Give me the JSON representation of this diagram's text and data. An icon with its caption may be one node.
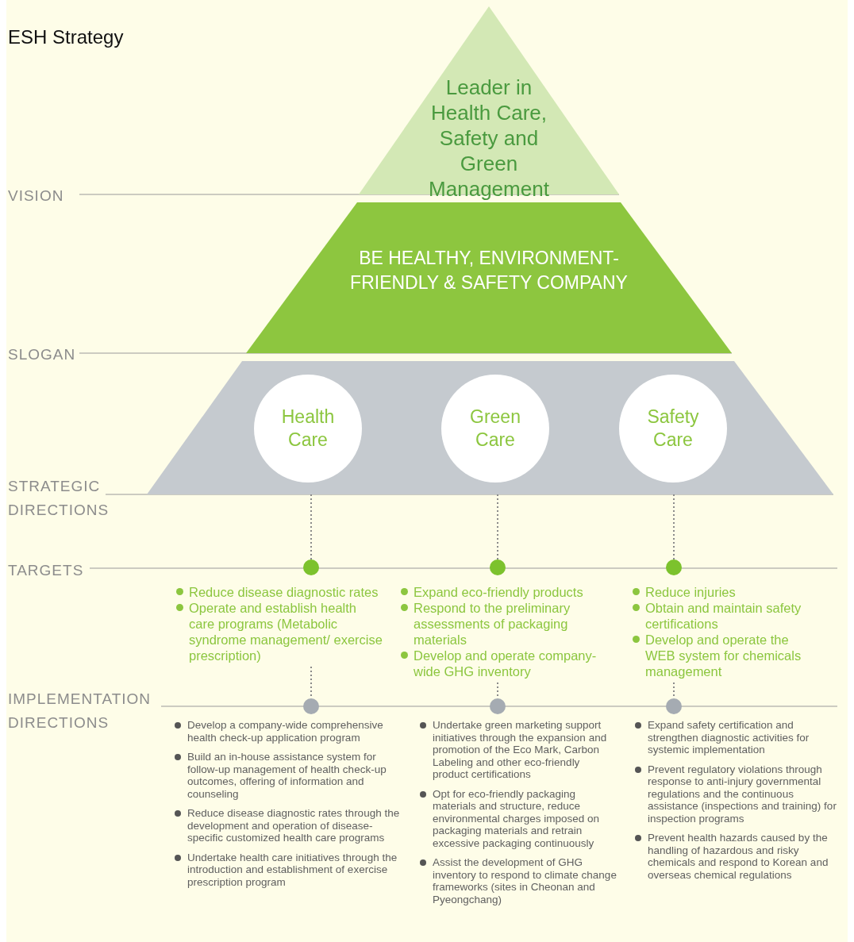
{
  "diagram": {
    "title": "ESH Strategy",
    "nodes": [
      {
        "text": [
          "Leader in Health Care, Safety and Green Management"
        ]
      },
      {
        "text": [
          "BE HEALTHY, ENVIRONMENT-FRIENDLY & SAFETY COMPANY"
        ]
      },
      {
        "text": [],
        "shape": "trapezoid"
      },
      {
        "text": [
          "Health Care"
        ],
        "in": 2
      },
      {
        "text": [
          "Green Care"
        ],
        "in": 2
      },
      {
        "text": [
          "Safety Care"
        ],
        "in": 2
      },
      {
        "text": [],
        "shape": "circle",
        "beside": [
          "Reduce disease diagnostic rates",
          "Operate and establish health care programs (Metabolic syndrome management/ exercise prescription)"
        ]
      },
      {
        "text": [],
        "shape": "circle",
        "beside": [
          "Expand eco-friendly products",
          "Respond to the preliminary assessments of packaging materials",
          "Develop and operate company-wide GHG inventory"
        ]
      },
      {
        "text": [],
        "shape": "circle",
        "beside": [
          "Reduce injuries",
          "Obtain and maintain safety certifications",
          "Develop and operate the WEB system for chemicals management"
        ]
      },
      {
        "text": [],
        "shape": "circle",
        "beside": [
          "Develop a company-wide comprehensive health check-up application program",
          "Build an in-house assistance system for follow-up management of health check-up outcomes, offering of information and counseling",
          "Reduce disease diagnostic rates through the development and operation of disease-specific customized health care programs",
          "Undertake health care initiatives through the introduction and establishment of exercise prescription program"
        ]
      },
      {
        "text": [],
        "shape": "circle",
        "beside": [
          "Undertake green marketing support initiatives through the expansion and promotion of the Eco Mark, Carbon Labeling and other eco-friendly product certifications",
          "Opt for eco-friendly packaging materials and structure, reduce environmental charges imposed on packaging materials and retrain excessive packaging continuously",
          "Assist the development of GHG inventory to respond to climate change frameworks (sites in Cheonan and Pyeongchang)"
        ]
      },
      {
        "text": [],
        "shape": "circle",
        "beside": [
          "Expand safety certification and strengthen diagnostic activities for systemic implementation",
          "Prevent regulatory violations through response to anti-injury governmental regulations and the continuous assistance (inspections and training) for inspection programs",
          "Prevent health hazards caused by the handling of hazardous and risky chemicals and respond to Korean and overseas chemical regulations"
        ]
      }
    ],
    "edges": [
      {
        "from": 3,
        "to": 6,
        "arrow": "none"
      },
      {
        "from": 4,
        "to": 7,
        "arrow": "none"
      },
      {
        "from": 5,
        "to": 8,
        "arrow": "none"
      },
      {
        "from": 6,
        "to": 9,
        "arrow": "none"
      },
      {
        "from": 7,
        "to": 10,
        "arrow": "none"
      },
      {
        "from": 8,
        "to": 11,
        "arrow": "none"
      }
    ],
    "labels": [
      "VISION",
      "SLOGAN",
      "STRATEGIC DIRECTIONS",
      "TARGETS",
      "IMPLEMENTATION DIRECTIONS"
    ]
  }
}
